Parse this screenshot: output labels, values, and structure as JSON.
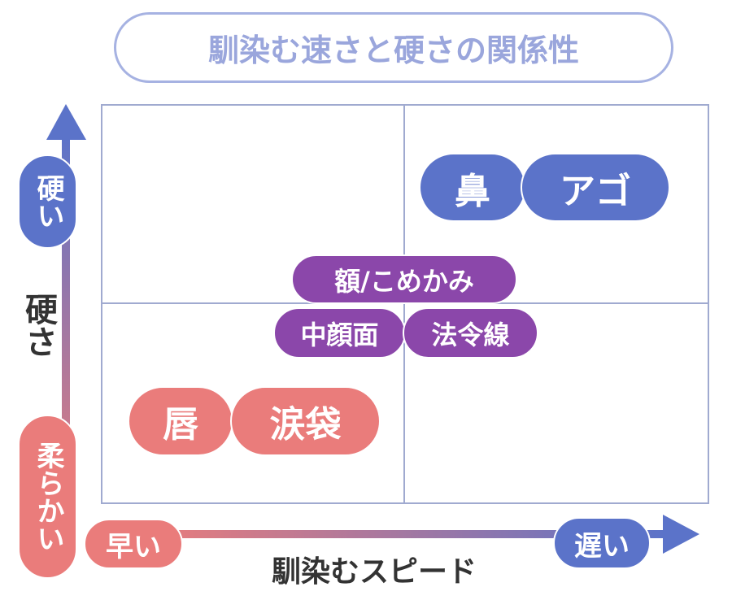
{
  "title": "馴染む速さと硬さの関係性",
  "y_axis": {
    "label": "硬さ",
    "top": "硬い",
    "bottom": "柔らかい"
  },
  "x_axis": {
    "label": "馴染むスピード",
    "left": "早い",
    "right": "遅い"
  },
  "items": {
    "nose": "鼻",
    "jaw": "アゴ",
    "forehead": "額/こめかみ",
    "midface": "中顔面",
    "nasolabial": "法令線",
    "lips": "唇",
    "tear_bags": "涙袋"
  },
  "colors": {
    "hard": "#5b73c9",
    "mid": "#8b47aa",
    "soft": "#ea7c7b",
    "frame": "#a0aad0"
  }
}
